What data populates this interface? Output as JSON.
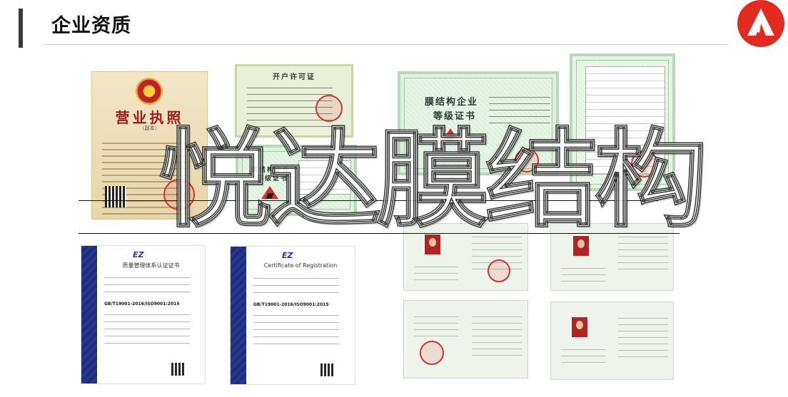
{
  "header": {
    "title": "企业资质"
  },
  "license": {
    "title": "营业执照",
    "subtitle": "（副本）"
  },
  "permit": {
    "title": "开户许可证"
  },
  "membrane_cert_small": {
    "title_line1": "膜结构企业",
    "title_line2": "等级证书"
  },
  "membrane_cert_large": {
    "title_line1": "膜结构企业",
    "title_line2": "等级证书"
  },
  "ez_cert_cn": {
    "brand": "EZ",
    "title": "质量管理体系认证证书",
    "standard": "GB/T19001-2016/ISO9001:2015"
  },
  "ez_cert_en": {
    "brand": "EZ",
    "title": "Certificate of Registration",
    "standard": "GB/T19001-2016/ISO9001:2015"
  },
  "watermark": {
    "text": "悦达膜结构"
  },
  "colors": {
    "brand_red": "#e32a20",
    "certificate_green": "#dff0df",
    "license_yellow": "#f1e6c6",
    "ez_blue": "#1f2e7a"
  }
}
